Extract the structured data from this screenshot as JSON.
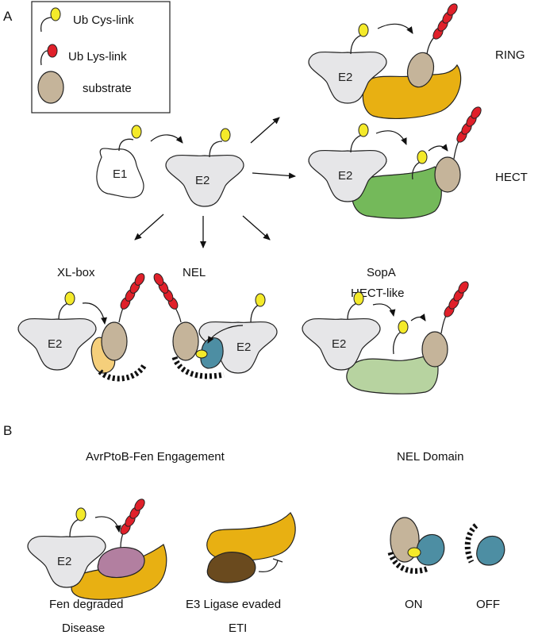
{
  "panel_a": {
    "letter": "A",
    "legend": {
      "cys_link": "Ub Cys-link",
      "lys_link": "Ub Lys-link",
      "substrate": "substrate"
    },
    "e1_label": "E1",
    "e2_label": "E2",
    "ring": "RING",
    "hect": "HECT",
    "xlbox": "XL-box",
    "nel": "NEL",
    "sopa_line1": "SopA",
    "sopa_line2": "HECT-like"
  },
  "panel_b": {
    "letter": "B",
    "avr_title": "AvrPtoB-Fen Engagement",
    "nel_title": "NEL Domain",
    "fen_degraded": "Fen degraded",
    "disease": "Disease",
    "e3_evaded": "E3 Ligase evaded",
    "eti": "ETI",
    "on": "ON",
    "off": "OFF"
  },
  "colors": {
    "ub_cys": "#f4ea2a",
    "ub_lys": "#e0202a",
    "e2": "#e6e6e8",
    "substrate": "#c5b49a",
    "ring_e3": "#e8b012",
    "hect_e3": "#74b95a",
    "sopa_e3": "#b7d3a0",
    "xlbox": "#f5cf7b",
    "nel": "#4d8ea3",
    "fen": "#b27fa0",
    "fen_dark": "#6a4a1e"
  }
}
